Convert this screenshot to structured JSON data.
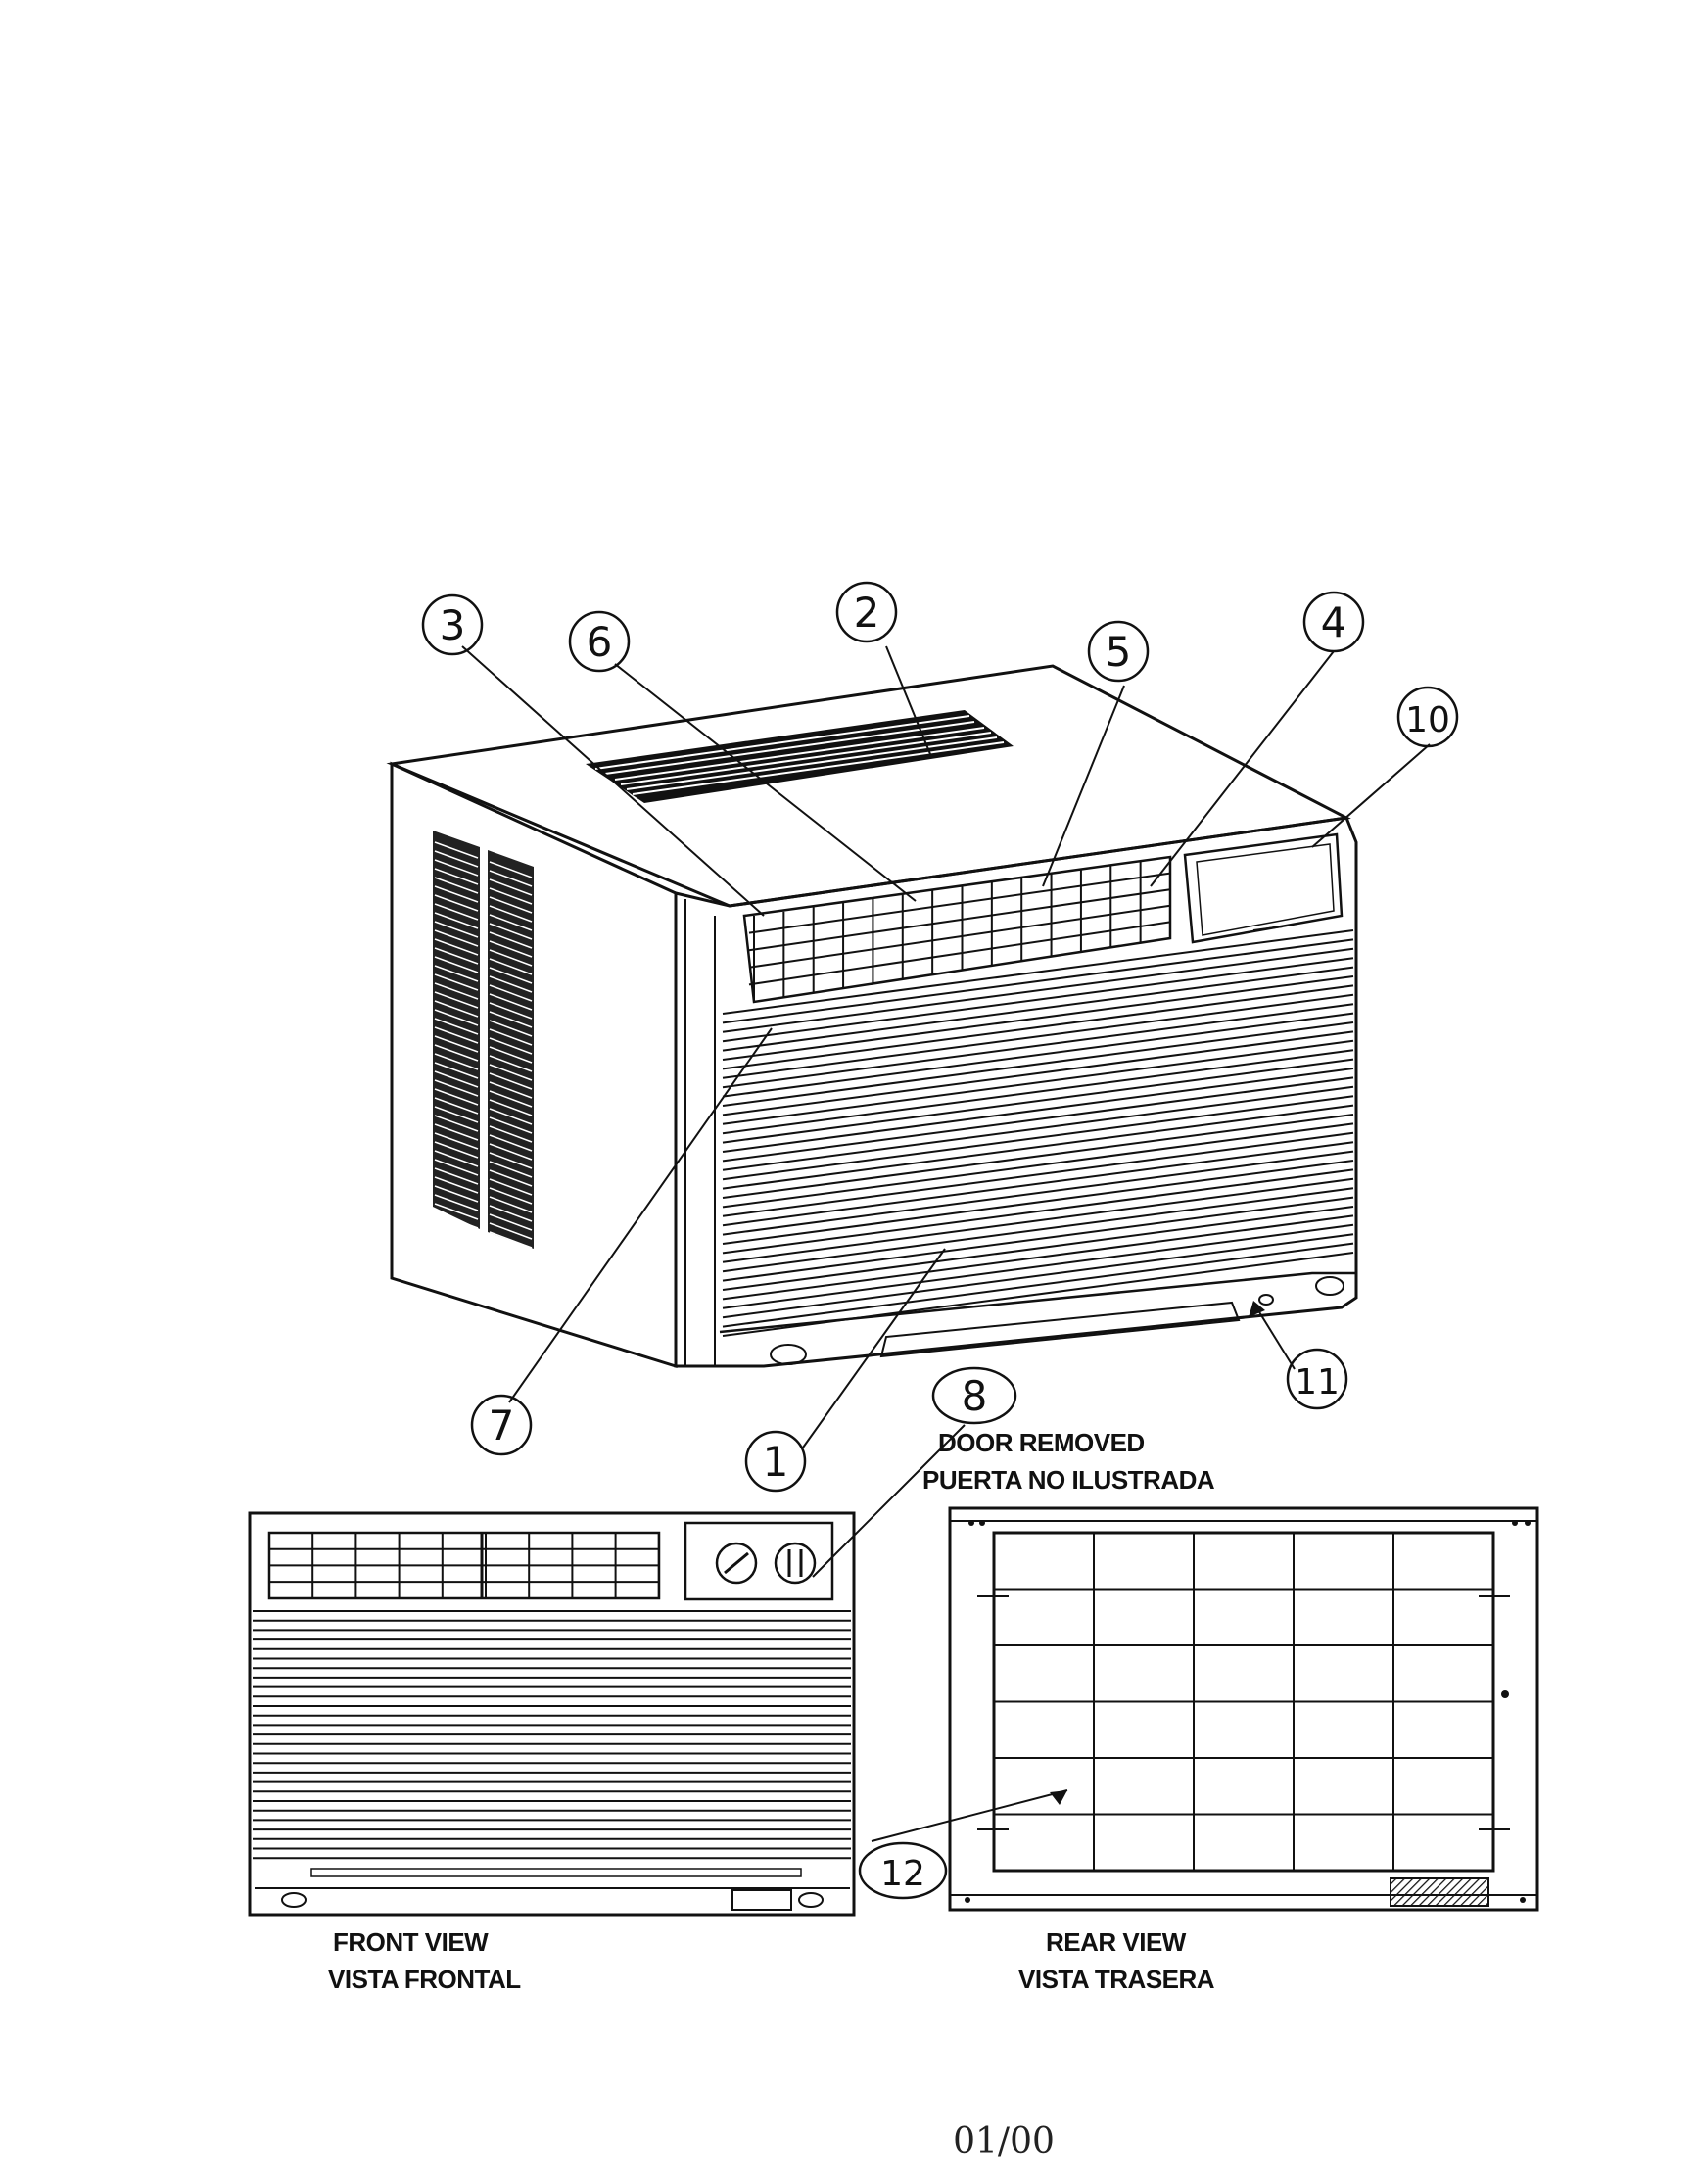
{
  "callouts": {
    "c1": "1",
    "c2": "2",
    "c3": "3",
    "c4": "4",
    "c5": "5",
    "c6": "6",
    "c7": "7",
    "c8": "8",
    "c10": "10",
    "c11": "11",
    "c12": "12"
  },
  "captions": {
    "door_removed_en": "DOOR REMOVED",
    "door_removed_es": "PUERTA NO ILUSTRADA",
    "front_view_en": "FRONT VIEW",
    "front_view_es": "VISTA FRONTAL",
    "rear_view_en": "REAR VIEW",
    "rear_view_es": "VISTA TRASERA"
  },
  "footer": {
    "date_code": "01/00"
  }
}
